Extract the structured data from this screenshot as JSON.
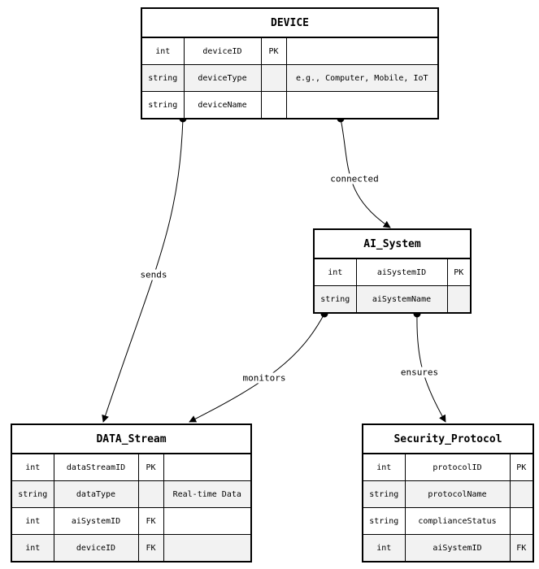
{
  "entities": {
    "device": {
      "name": "DEVICE",
      "attributes": [
        {
          "type": "int",
          "name": "deviceID",
          "key": "PK",
          "comment": ""
        },
        {
          "type": "string",
          "name": "deviceType",
          "key": "",
          "comment": "e.g., Computer, Mobile, IoT"
        },
        {
          "type": "string",
          "name": "deviceName",
          "key": "",
          "comment": ""
        }
      ]
    },
    "ai_system": {
      "name": "AI_System",
      "attributes": [
        {
          "type": "int",
          "name": "aiSystemID",
          "key": "PK"
        },
        {
          "type": "string",
          "name": "aiSystemName",
          "key": ""
        }
      ]
    },
    "data_stream": {
      "name": "DATA_Stream",
      "attributes": [
        {
          "type": "int",
          "name": "dataStreamID",
          "key": "PK",
          "comment": ""
        },
        {
          "type": "string",
          "name": "dataType",
          "key": "",
          "comment": "Real-time Data"
        },
        {
          "type": "int",
          "name": "aiSystemID",
          "key": "FK",
          "comment": ""
        },
        {
          "type": "int",
          "name": "deviceID",
          "key": "FK",
          "comment": ""
        }
      ]
    },
    "security_protocol": {
      "name": "Security_Protocol",
      "attributes": [
        {
          "type": "int",
          "name": "protocolID",
          "key": "PK"
        },
        {
          "type": "string",
          "name": "protocolName",
          "key": ""
        },
        {
          "type": "string",
          "name": "complianceStatus",
          "key": ""
        },
        {
          "type": "int",
          "name": "aiSystemID",
          "key": "FK"
        }
      ]
    }
  },
  "relationships": {
    "sends": {
      "label": "sends",
      "from": "DEVICE",
      "to": "DATA_Stream"
    },
    "connected": {
      "label": "connected",
      "from": "DEVICE",
      "to": "AI_System"
    },
    "monitors": {
      "label": "monitors",
      "from": "AI_System",
      "to": "DATA_Stream"
    },
    "ensures": {
      "label": "ensures",
      "from": "AI_System",
      "to": "Security_Protocol"
    }
  }
}
